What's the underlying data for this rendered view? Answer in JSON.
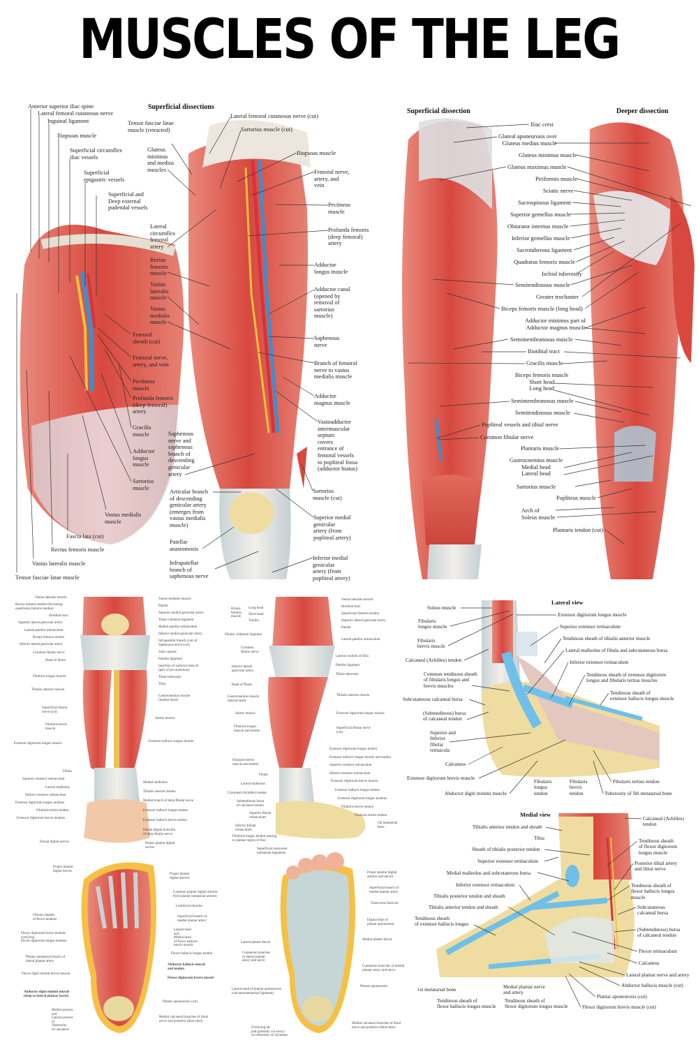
{
  "title": "MUSCLES OF THE LEG",
  "colors": {
    "muscle": "#d9544a",
    "muscle_light": "#e8877a",
    "tendon": "#e9e6df",
    "fascia": "#cfd6dc",
    "vein": "#3a8fd0",
    "artery": "#d8323a",
    "nerve": "#f0c23a",
    "bone": "#efdca0",
    "sheath": "#6fc0e8",
    "fat": "#f5c044",
    "background": "#ffffff",
    "text": "#222222"
  },
  "panels": {
    "anterior_thigh": {
      "heading": "Superficial dissections",
      "left_labels": [
        "Anterior superior iliac spine",
        "Lateral femoral cutaneous nerve",
        "Inguinal ligament",
        "Iliopsoas muscle",
        "Superficial circumflex\niliac vessels",
        "Superficial\nepigastric vessels",
        "Superficial and\nDeep external\npudendal vessels",
        "Femoral\nsheath (cut)",
        "Femoral nerve,\nartery, and vein",
        "Pectineus\nmuscle",
        "Profunda femoris\n(deep femoral)\nartery",
        "Gracilis\nmuscle",
        "Adductor\nlongus\nmuscle",
        "Sartorius\nmuscle",
        "Vastus medialis\nmuscle",
        "Fascia lata (cut)",
        "Rectus femoris muscle",
        "Vastus lateralis muscle",
        "Tensor fasciae latae muscle"
      ],
      "middle_labels": [
        "Tensor fasciae latae\nmuscle (retracted)",
        "Gluteus\nminimus\nand medius\nmuscles",
        "Lateral\ncircumflex\nfemoral\nartery",
        "Rectus\nfemoris\nmuscle",
        "Vastus\nlateralis\nmuscle",
        "Vastus\nmedialis\nmuscle",
        "Saphenous\nnerve and\nsaphenous\nbranch of\ndescending\ngenicular\nartery",
        "Articular branch\nof descending\ngenicular artery\n(emerges from\nvastus medialis\nmuscle)",
        "Patellar\nanastomosis",
        "Infrapatellar\nbranch of\nsaphenous nerve"
      ],
      "right_labels": [
        "Lateral femoral cutaneous nerve (cut)",
        "Sartorius muscle (cut)",
        "Iliopsoas muscle",
        "Femoral nerve,\nartery, and\nvein",
        "Pectineus\nmuscle",
        "Profunda femoris\n(deep femoral)\nartery",
        "Adductor\nlongus muscle",
        "Adductor canal\n(opened by\nremoval of\nsartorius\nmuscle)",
        "Saphenous\nnerve",
        "Branch of femoral\nnerve to vastus\nmedialis muscle",
        "Adductor\nmagnus muscle",
        "Vastoadductor\nintermuscular\nseptum\ncovers\nentrance of\nfemoral vessels\nto popliteal fossa\n(adductor hiatus)",
        "Sartorius\nmuscle (cut)",
        "Superior medial\ngenicular\nartery (from\npopliteal artery)",
        "Inferior medial\ngenicular\nartery (from\npopliteal artery)"
      ]
    },
    "posterior_thigh": {
      "heading_left": "Superficial dissection",
      "heading_right": "Deeper dissection",
      "labels": [
        "Iliac crest",
        "Gluteal aponeurosis over\nGluteus medius muscle",
        "Gluteus minimus muscle",
        "Gluteus maximus muscle",
        "Piriformis muscle",
        "Sciatic nerve",
        "Sacrospinous ligament",
        "Superior gemellus muscle",
        "Obturator internus muscle",
        "Inferior gemellus muscle",
        "Sacrotuberous ligament",
        "Quadratus femoris muscle",
        "Ischial tuberosity",
        "Semitendinosus muscle",
        "Greater trochanter",
        "Biceps femoris muscle (long head)",
        "Adductor minimus part of\nAdductor magnus muscle",
        "Semimembranosus muscle",
        "Iliotibial tract",
        "Gracilis muscle",
        "Biceps femoris muscle\nShort head\nLong head",
        "Semimembranosus muscle",
        "Semitendinosus muscle",
        "Popliteal vessels and tibial nerve",
        "Common fibular nerve",
        "Plantaris muscle",
        "Gastrocnemius muscle\nMedial head\nLateral head",
        "Sartorius muscle",
        "Popliteus muscle",
        "Arch of\nSoleus muscle",
        "Plantaris tendon (cut)"
      ]
    },
    "anterior_leg": {
      "left_labels": [
        "Vastus lateralis muscle",
        "Rectus femoris tendon (becoming\nquadriceps femoris tendon)",
        "Iliotibial tract",
        "Superior lateral genicular artery",
        "Lateral patellar retinaculum",
        "Biceps femoris tendon",
        "Inferior lateral genicular artery",
        "Common fibular nerve",
        "Head of fibula",
        "Fibularis longus muscle",
        "Tibialis anterior muscle",
        "Superficial fibular\nnerve (cut)",
        "Fibularis brevis\nmuscle",
        "Extensor digitorum longus muscle",
        "Fibula",
        "Superior extensor retinaculum",
        "Lateral malleolus",
        "Inferior extensor retinaculum",
        "Extensor digitorum longus tendons",
        "Fibularis tertius tendon",
        "Extensor digitorum brevis tendons",
        "Dorsal digital nerves"
      ],
      "right_labels": [
        "Vastus medialis muscle",
        "Patella",
        "Superior medial genicular artery",
        "Tibial collateral ligament",
        "Medial patellar retinaculum",
        "Inferior medial genicular artery",
        "Infrapatellar branch (cut) of\nSaphenous nerve (cut)",
        "Joint capsule",
        "Patellar ligament",
        "Insertion of sartorius muscle\n(part of pes anserinus)",
        "Tibial tuberosity",
        "Tibia",
        "Gastrocnemius muscle\n(medial head)",
        "Soleus muscle",
        "Extensor hallucis longus muscle",
        "Medial malleolus",
        "Tibialis anterior tendon",
        "Medial branch of deep fibular nerve",
        "Extensor hallucis longus tendon",
        "Extensor hallucis brevis tendon",
        "Dorsal digital branches\nof deep fibular nerve"
      ]
    },
    "lateral_leg": {
      "left_labels": [
        "Long head",
        "Short head",
        "Tendon",
        "Biceps\nfemoris\nmuscle",
        "Fibular collateral ligament",
        "Common\nfibular nerve",
        "Inferior lateral\ngenicular artery",
        "Head of fibula",
        "Gastrocnemius muscle\n(lateral head)",
        "Soleus muscle",
        "Fibularis longus\nmuscle and tendon",
        "Fibularis brevis\nmuscle and tendon",
        "Fibula",
        "Lateral malleolus",
        "Calcaneal (Achilles) tendon",
        "Subtendinous bursa\nof calcaneal tendon",
        "Superior fibular\nretinaculum",
        "Inferior fibular\nretinaculum",
        "Fibularis longus tendon passing\nto plantar region of foot"
      ],
      "right_labels": [
        "Vastus lateralis muscle",
        "Iliotibial tract",
        "Quadriceps femoris tendon",
        "Superior lateral genicular artery",
        "Patella",
        "Lateral patellar retinaculum",
        "Lateral condyle of tibia",
        "Patellar ligament",
        "Tibial tuberosity",
        "Tibialis anterior muscle",
        "Extensor digitorum longus muscle",
        "Superficial fibular nerve\n(cut)",
        "Extensor digitorum longus tendon",
        "Extensor hallucis longus muscle and tendon",
        "Superior extensor retinaculum",
        "Inferior extensor retinaculum",
        "Extensor digitorum brevis muscle",
        "Extensor hallucis longus tendon",
        "Extensor digitorum longus tendons",
        "Fibularis brevis tendon",
        "Fibularis tertius tendon",
        "5th metatarsal\nbone"
      ]
    },
    "ankle_lateral": {
      "heading": "Lateral view",
      "left_labels": [
        "Soleus muscle",
        "Fibularis\nlongus muscle",
        "Fibularis\nbrevis muscle",
        "Calcaneal (Achilles) tendon",
        "Common tendinous sheath\nof fibularis longus and\nbrevis muscles",
        "Subcutaneous calcaneal bursa",
        "(Subtendinous) bursa\nof calcaneal tendon",
        "Superior and\nInferior\nfibular\nretinacula",
        "Calcaneus",
        "Extensor digitorum brevis muscle",
        "Abductor digiti minimi muscle"
      ],
      "right_labels": [
        "Extensor digitorum longus muscle",
        "Superior extensor retinaculum",
        "Tendinous sheath of tibialis anterior muscle",
        "Lateral malleolus of fibula and subcutaneous bursa",
        "Inferior extensor retinaculum",
        "Tendinous sheath of extensor digitorum\nlongus and fibularis tertius muscles",
        "Tendinous sheath of\nextensor hallucis longus muscle",
        "Fibularis tertius tendon",
        "Tuberosity of 5th metatarsal bone"
      ],
      "bottom_labels": [
        "Fibularis\nlongus\ntendon",
        "Fibularis\nbrevis\ntendon"
      ]
    },
    "ankle_medial": {
      "heading": "Medial view",
      "left_labels": [
        "Tibialis anterior tendon and sheath",
        "Tibia",
        "Sheath of tibialis posterior tendon",
        "Superior extensor retinaculum",
        "Medial malleolus and subcutaneous bursa",
        "Inferior extensor retinaculum",
        "Tibialis posterior tendon and sheath",
        "Tibialis anterior tendon and sheath",
        "Tendinous sheath\nof extensor hallucis longus",
        "1st metatarsal bone"
      ],
      "right_labels": [
        "Calcaneal (Achilles)\ntendon",
        "Tendinous sheath\nof flexor digitorum\nlongus muscle",
        "Posterior tibial artery\nand tibial nerve",
        "Tendinous sheath of\nflexor hallucis longus\nmuscle",
        "Subcutaneous\ncalcaneal bursa",
        "(Subtendinous) bursa\nof calcaneal tendon",
        "Flexor retinaculum",
        "Calcaneus",
        "Lateral plantar nerve and artery",
        "Abductor hallucis muscle (cut)",
        "Plantar aponeurosis (cut)",
        "Flexor digitorum brevis muscle (cut)"
      ],
      "bottom_labels": [
        "Medial plantar nerve\nand artery",
        "Tendinous sheath of\nflexor hallucis longus muscle",
        "Tendinous sheath of\nflexor digitorum longus muscle"
      ]
    },
    "sole_muscles": {
      "left_labels": [
        "Proper plantar\ndigital nerves",
        "Fibrous sheaths\nof flexor tendons",
        "Flexor digitorum brevis tendons\noverlying\nFlexor digitorum longus tendons",
        "Plantar metatarsal branch of\nlateral plantar artery",
        "Flexor digiti minimi brevis muscle",
        "Abductor digiti minimi muscle\n(deep to lateral plantar fascia)",
        "Medial process\nand\nLateral process\nof\nTuberosity\nof calcaneus"
      ],
      "right_labels": [
        "Proper plantar digital\nnerves",
        "Proper plantar\ndigital arteries",
        "Common plantar digital arteries\nfrom plantar metatarsal arteries",
        "Lumbrical muscles",
        "Superficial branch of\nmedial plantar artery",
        "Lateral head\nand\nMedial head\nof flexor hallucis\nbrevis muscle",
        "Flexor hallucis longus tendon",
        "Abductor hallucis muscle\nand tendon",
        "Flexor digitorum brevis muscle",
        "Plantar aponeurosis (cut)",
        "Medial calcaneal branches of tibial\nnerve and posterior tibial artery"
      ]
    },
    "sole_fascia": {
      "left_labels": [
        "Superficial transverse\nmetatarsal ligaments",
        "Lateral plantar fascia",
        "Cutaneous branches\nof lateral plantar\nartery and nerve",
        "Lateral band of plantar aponeurosis\n(calcaneometatarsal ligament)",
        "Overlying fat\npad (partially cut away)\non tuberosity of calcaneus"
      ],
      "right_labels": [
        "Proper plantar digital\narteries and nerves",
        "Superficial branch of\nmedial plantar artery",
        "Transverse fasciculi",
        "Digital slips of\nplantar aponeurosis",
        "Medial plantar fascia",
        "Cutaneous branches of medial\nplantar artery and nerve",
        "Plantar aponeurosis",
        "Medial calcaneal branches of tibial\nnerve and posterior tibial artery"
      ]
    }
  }
}
